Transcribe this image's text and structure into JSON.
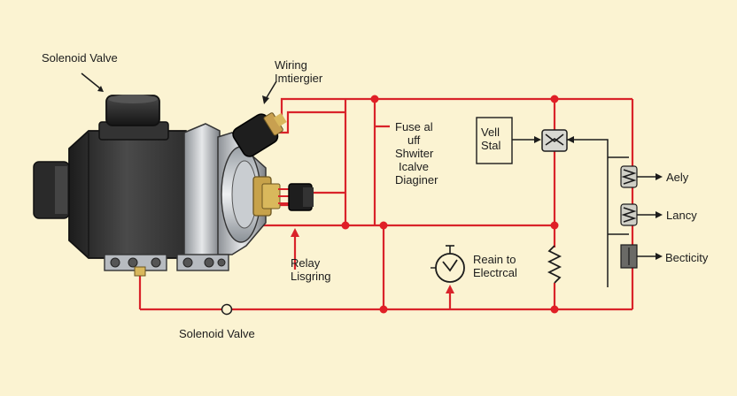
{
  "labels": {
    "solenoid_top": "Solenoid Valve",
    "wiring_line1": "Wiring",
    "wiring_line2": "Imtiergier",
    "fuse_line1": "Fuse al",
    "fuse_line2": "uff",
    "fuse_line3": "Shwiter",
    "fuse_line4": "Icalve",
    "fuse_line5": "Diaginer",
    "vell_line1": "Vell",
    "vell_line2": "Stal",
    "aely": "Aely",
    "lancy": "Lancy",
    "becticity": "Becticity",
    "relay_line1": "Relay",
    "relay_line2": "Lisgring",
    "reain_line1": "Reain to",
    "reain_line2": "Electrcal",
    "solenoid_bottom": "Solenoid Valve"
  },
  "colors": {
    "background": "#fbf3d2",
    "wire": "#d9232a",
    "node": "#e01f26",
    "body_dark": "#2a2a2a",
    "metal": "#b9bdc2",
    "text": "#1c1c1c"
  }
}
